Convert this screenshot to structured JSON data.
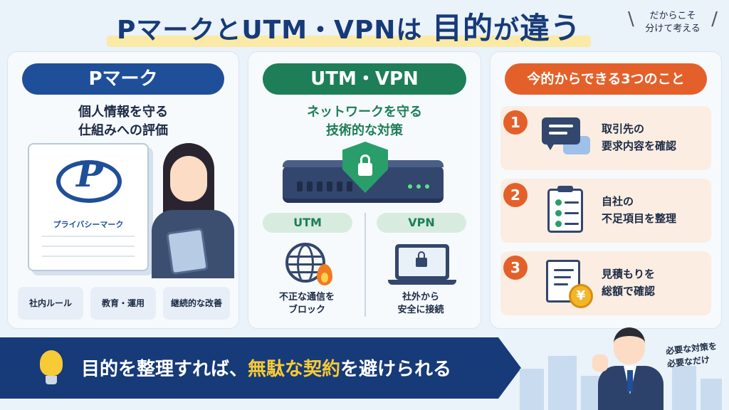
{
  "title": {
    "part1": "Pマーク",
    "part2": "と",
    "part3": "UTM・VPN",
    "part4": "は ",
    "part5": "目的",
    "part6": "が",
    "part7": "違う"
  },
  "side_note": {
    "line1": "だからこそ",
    "line2": "分けて考える"
  },
  "pmark_panel": {
    "header": "Pマーク",
    "subtitle_line1": "個人情報を守る",
    "subtitle_line2": "仕組みへの評価",
    "book_label": "プライバシーマーク",
    "chips": [
      "社内ルール",
      "教育・運用",
      "継続的な改善"
    ]
  },
  "utm_panel": {
    "header": "UTM・VPN",
    "subtitle_line1": "ネットワークを守る",
    "subtitle_line2": "技術的な対策",
    "utm_label": "UTM",
    "vpn_label": "VPN",
    "utm_caption_line1": "不正な通信を",
    "utm_caption_line2": "ブロック",
    "vpn_caption_line1": "社外から",
    "vpn_caption_line2": "安全に接続"
  },
  "steps_panel": {
    "header": "今的からできる3つのこと",
    "steps": [
      {
        "num": "1",
        "line1": "取引先の",
        "line2": "要求内容を確認",
        "icon": "chat-bubbles-icon"
      },
      {
        "num": "2",
        "line1": "自社の",
        "line2": "不足項目を整理",
        "icon": "checklist-icon"
      },
      {
        "num": "3",
        "line1": "見積もりを",
        "line2": "総額で確認",
        "icon": "document-yen-icon"
      }
    ],
    "coin_symbol": "¥"
  },
  "banner": {
    "text1": "目的を整理すれば、",
    "highlight": "無駄な契約",
    "text2": "を避けられる"
  },
  "man_note": {
    "line1": "必要な対策を",
    "line2": "必要なだけ"
  },
  "colors": {
    "navy": "#173a78",
    "blue": "#1f4f99",
    "green": "#1d7e58",
    "orange": "#e4602a",
    "yellow": "#f7cb36"
  }
}
